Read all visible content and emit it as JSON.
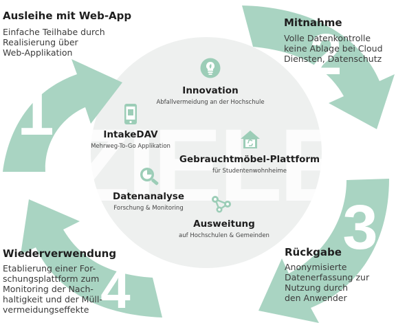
{
  "center_word": "ZIELE",
  "steps": [
    {
      "number": "1",
      "title": "Ausleihe mit Web-App",
      "lines": [
        "Einfache Teilhabe durch",
        "Realisierung über",
        "Web-Applikation"
      ]
    },
    {
      "number": "2",
      "title": "Mitnahme",
      "lines": [
        "Volle Datenkontrolle",
        "keine Ablage bei Cloud",
        "Diensten, Datenschutz"
      ]
    },
    {
      "number": "3",
      "title": "Rückgabe",
      "lines": [
        "Anonymisierte",
        "Datenerfassung zur",
        "Nutzung durch",
        "den Anwender"
      ]
    },
    {
      "number": "4",
      "title": "Wiederverwendung",
      "lines": [
        "Etablierung einer For-",
        "schungsplattform zum",
        "Monitoring der Nach-",
        "haltigkeit und der Müll-",
        "vermeidungseffekte"
      ]
    }
  ],
  "goals": [
    {
      "title": "Innovation",
      "subtitle": "Abfallvermeidung an der Hochschule",
      "icon": "lightbulb-leaf-icon"
    },
    {
      "title": "IntakeDAV",
      "subtitle": "Mehrweg-To-Go Applikation",
      "icon": "smartphone-icon"
    },
    {
      "title": "Gebrauchtmöbel-Plattform",
      "subtitle": "für Studentenwohnheime",
      "icon": "house-recycle-icon"
    },
    {
      "title": "Datenanalyse",
      "subtitle": "Forschung & Monitoring",
      "icon": "magnifier-chart-icon"
    },
    {
      "title": "Ausweitung",
      "subtitle": "auf Hochschulen & Gemeinden",
      "icon": "share-network-icon"
    }
  ],
  "colors": {
    "arrow": "#a9d4c2",
    "circle": "#eef0ef",
    "number": "#ffffff",
    "icon": "#9ccdb7",
    "text": "#2b2b2b"
  }
}
